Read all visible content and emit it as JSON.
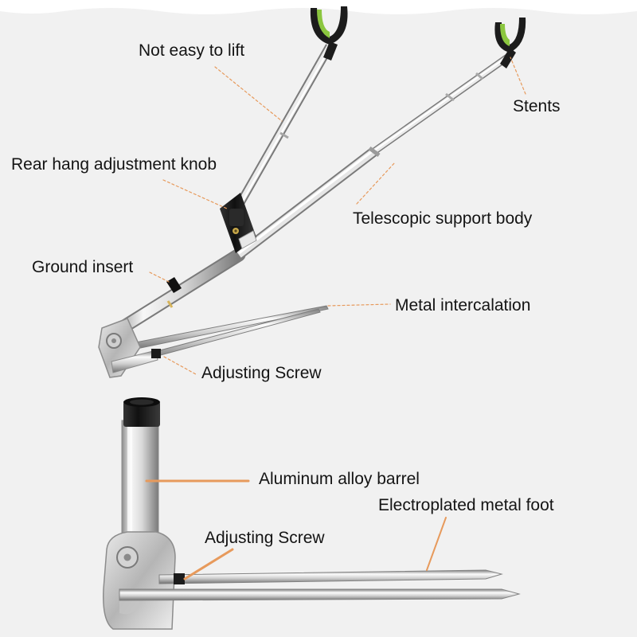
{
  "labels": {
    "not_easy_to_lift": "Not easy to lift",
    "stents": "Stents",
    "rear_hang_adjustment_knob": "Rear hang adjustment knob",
    "telescopic_support_body": "Telescopic support body",
    "ground_insert": "Ground insert",
    "metal_intercalation": "Metal intercalation",
    "adjusting_screw_top": "Adjusting Screw",
    "aluminum_alloy_barrel": "Aluminum alloy barrel",
    "electroplated_metal_foot": "Electroplated metal foot",
    "adjusting_screw_bottom": "Adjusting Screw"
  },
  "colors": {
    "background": "#f1f1f1",
    "leader_line": "#e79a5c",
    "accent_green": "#8bc63f",
    "metal_light": "#f4f4f4",
    "metal_dark": "#8d8d8d",
    "black_parts": "#1c1c1c"
  }
}
